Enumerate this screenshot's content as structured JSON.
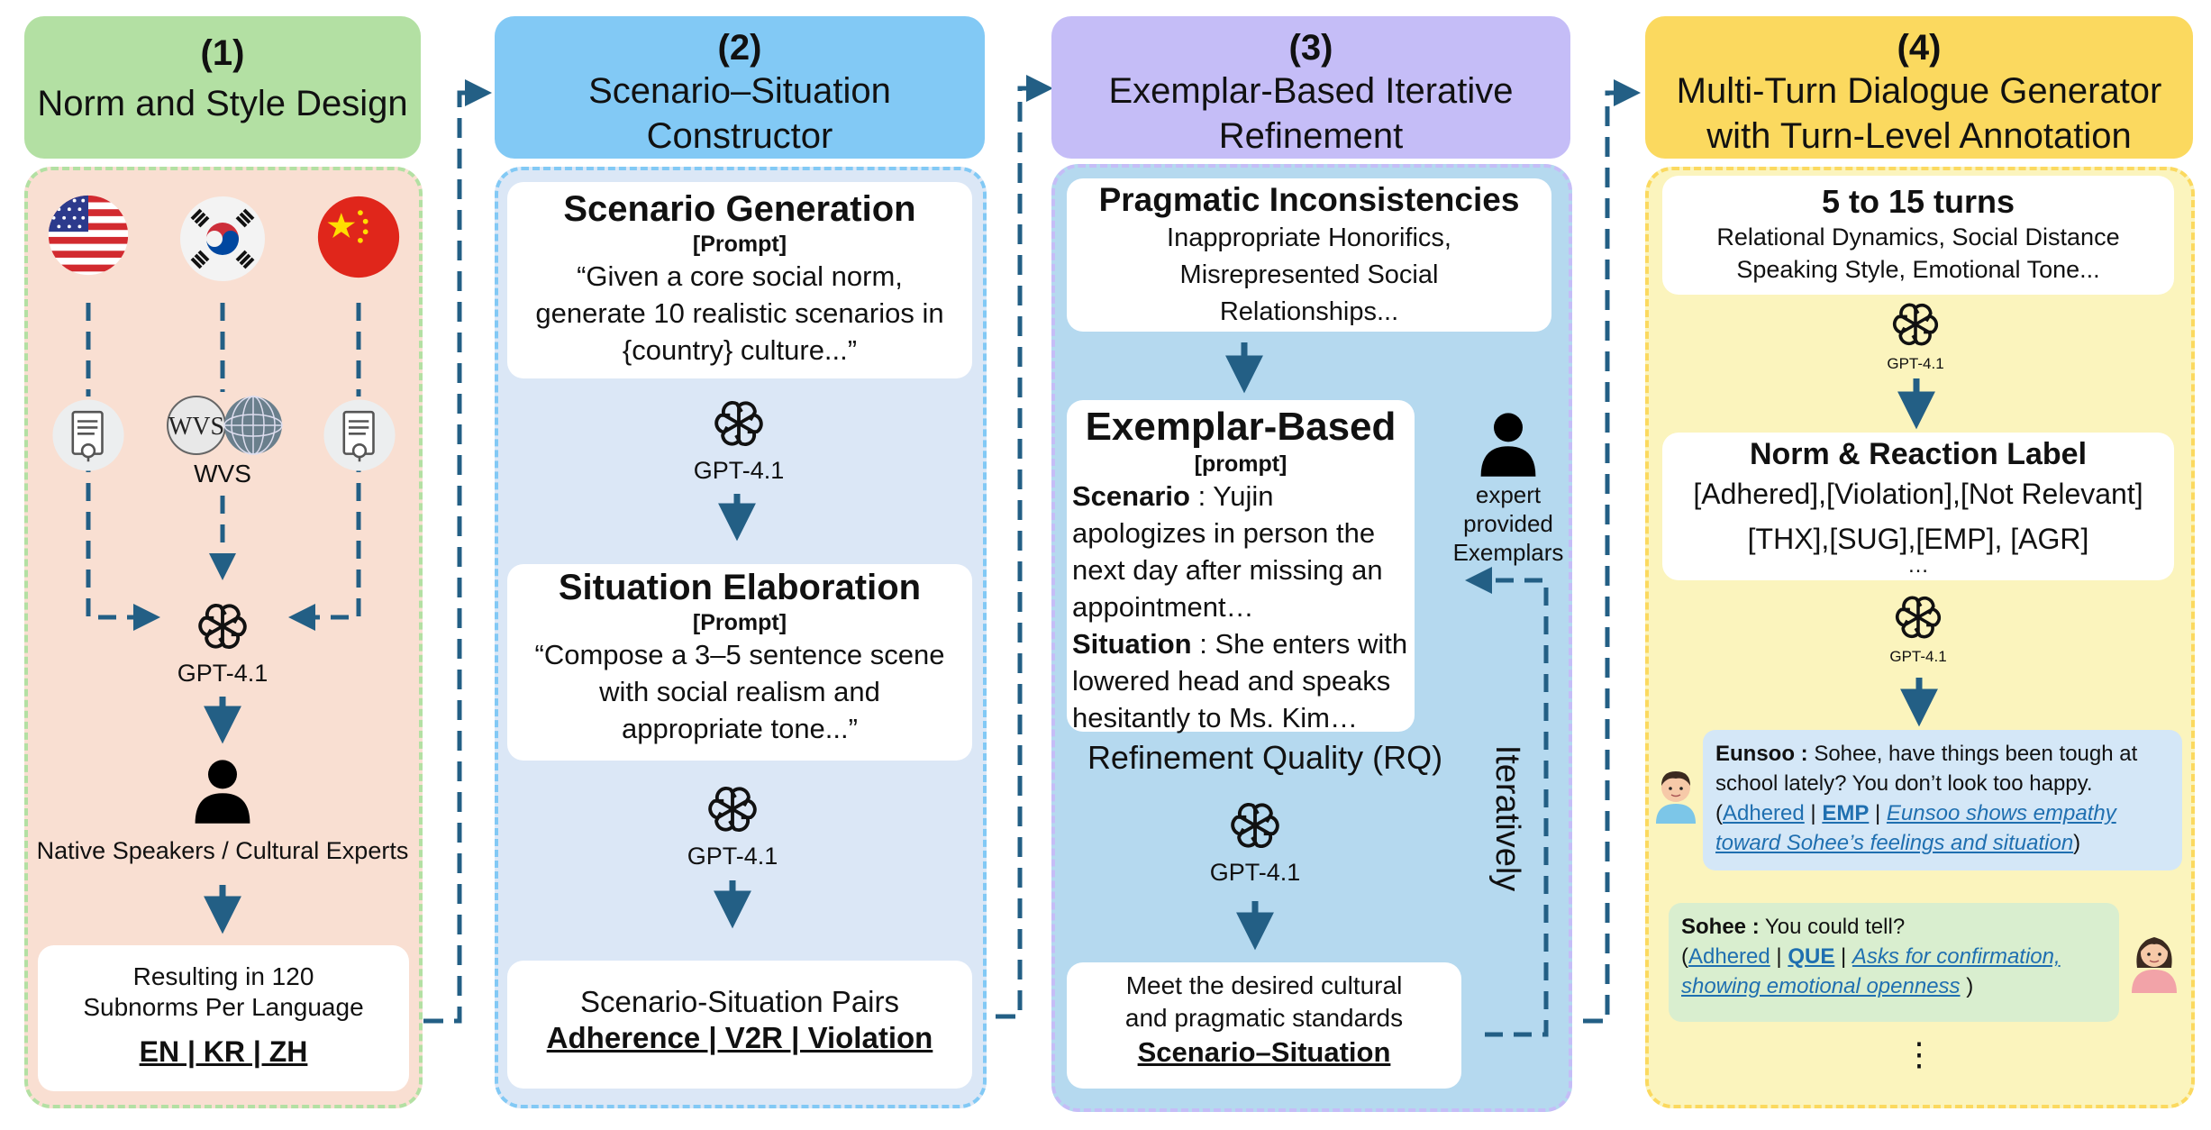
{
  "stages": [
    {
      "number": "(1)",
      "title_line1": "Norm and Style Design",
      "title_line2": ""
    },
    {
      "number": "(2)",
      "title_line1": "Scenario–Situation",
      "title_line2": "Constructor"
    },
    {
      "number": "(3)",
      "title_line1": "Exemplar-Based Iterative",
      "title_line2": "Refinement"
    },
    {
      "number": "(4)",
      "title_line1": "Multi-Turn Dialogue Generator",
      "title_line2": "with Turn-Level Annotation"
    }
  ],
  "colors": {
    "stage1_header": "#b3e0a3",
    "stage1_panel": "#f9dfd2",
    "stage1_border": "#b3e0a3",
    "stage2_header": "#82c9f5",
    "stage2_panel": "#dbe7f6",
    "stage2_border": "#82c9f5",
    "stage3_header": "#c5bdf7",
    "stage3_panel": "#b5d9ef",
    "stage3_border": "#c5bdf7",
    "stage4_header": "#fbd95f",
    "stage4_panel": "#fbf4bd",
    "stage4_border": "#fbd95f",
    "arrow": "#235f85"
  },
  "s1": {
    "icons": [
      "us-flag-icon",
      "korea-flag-icon",
      "china-flag-icon",
      "document-icon",
      "wvs-globe-icon",
      "person-icon"
    ],
    "wvs_label": "WVS",
    "gpt_label": "GPT-4.1",
    "experts": "Native Speakers / Cultural Experts",
    "result_line1": "Resulting in 120",
    "result_line2": "Subnorms Per Language",
    "langs": "EN | KR | ZH"
  },
  "s2": {
    "scenario_title": "Scenario Generation",
    "prompt_tag": "[Prompt]",
    "scenario_quote": "“Given a core social norm, generate 10 realistic scenarios in {country} culture...”",
    "gpt_label": "GPT-4.1",
    "situation_title": "Situation Elaboration",
    "situation_tag": "[Prompt]",
    "situation_quote": "“Compose a 3–5 sentence scene with social realism and appropriate tone...”",
    "gpt_label2": "GPT-4.1",
    "pairs_title": "Scenario-Situation Pairs",
    "pairs_types": "Adherence | V2R | Violation"
  },
  "s3": {
    "incons_title": "Pragmatic Inconsistencies",
    "incons_body": "Inappropriate Honorifics, Misrepresented Social Relationships...",
    "ex_title": "Exemplar-Based",
    "ex_tag": "[prompt]",
    "scenario_key": "Scenario",
    "scenario_val": " : Yujin apologizes in person the next day after missing an appointment…",
    "situation_key": "Situation",
    "situation_val": " : She enters with lowered head and speaks hesitantly to Ms. Kim…",
    "expert_line1": "expert",
    "expert_line2": "provided",
    "expert_line3": "Exemplars",
    "rq_label": "Refinement Quality (RQ)",
    "gpt_label": "GPT-4.1",
    "iter_label": "Iteratively",
    "meet_line1": "Meet the desired cultural",
    "meet_line2": "and pragmatic standards",
    "meet_result": "Scenario–Situation"
  },
  "s4": {
    "turns_title": "5 to 15 turns",
    "turns_line1": "Relational Dynamics, Social Distance",
    "turns_line2": "Speaking Style, Emotional Tone...",
    "gpt_label": "GPT-4.1",
    "label_title": "Norm & Reaction Label",
    "label_line1": "[Adhered],[Violation],[Not Relevant]",
    "label_line2": "[THX],[SUG],[EMP], [AGR]",
    "label_ellipsis": "…",
    "gpt_label2": "GPT-4.1",
    "eunsoo_name": "Eunsoo :",
    "eunsoo_text": " Sohee, have things been tough at school lately? You don’t look too happy.",
    "eunsoo_tag1": "Adhered",
    "eunsoo_tag2": "EMP",
    "eunsoo_note": "Eunsoo shows empathy toward Sohee’s feelings and situation",
    "sohee_name": "Sohee :",
    "sohee_text": " You could tell?",
    "sohee_tag1": "Adhered",
    "sohee_tag2": "QUE",
    "sohee_note": "Asks for confirmation, showing emotional openness",
    "vellipsis": "⋮"
  }
}
